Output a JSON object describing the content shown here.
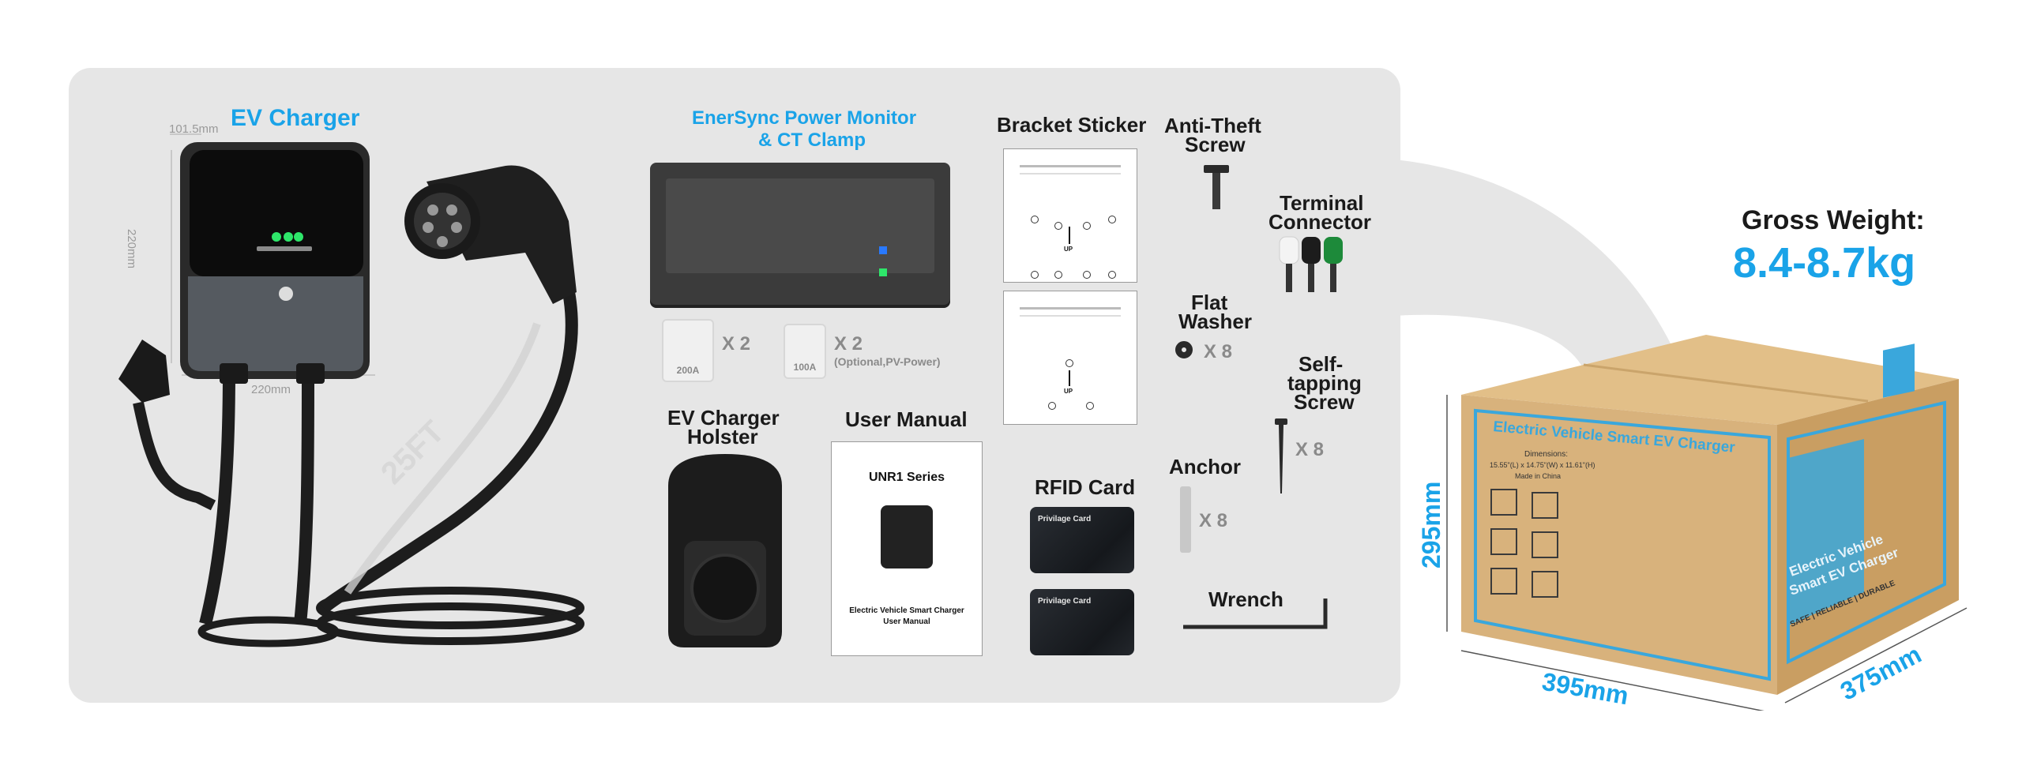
{
  "panel": {
    "ev_charger": {
      "title": "EV Charger",
      "dim_depth": "101.5mm",
      "dim_height": "220mm",
      "dim_width": "220mm",
      "cable_length": "25FT"
    },
    "power_monitor": {
      "title_line1": "EnerSync Power Monitor",
      "title_line2": "& CT Clamp"
    },
    "ct_clamp_200": {
      "rating": "200A",
      "qty": "X 2"
    },
    "ct_clamp_100": {
      "rating": "100A",
      "qty": "X 2",
      "note": "(Optional,PV-Power)"
    },
    "holster": {
      "title_line1": "EV Charger",
      "title_line2": "Holster"
    },
    "manual": {
      "title": "User Manual",
      "cover_series": "UNR1 Series",
      "cover_line1": "Electric Vehicle Smart Charger",
      "cover_line2": "User Manual"
    },
    "bracket_sticker": {
      "title": "Bracket Sticker",
      "up_label": "UP"
    },
    "rfid": {
      "title": "RFID Card",
      "card_label": "Privilage Card"
    },
    "anti_theft": {
      "title_line1": "Anti-Theft",
      "title_line2": "Screw"
    },
    "terminal": {
      "title_line1": "Terminal",
      "title_line2": "Connector"
    },
    "washer": {
      "title_line1": "Flat",
      "title_line2": "Washer",
      "qty": "X 8"
    },
    "self_tap": {
      "title_line1": "Self-",
      "title_line2": "tapping",
      "title_line3": "Screw",
      "qty": "X 8"
    },
    "anchor": {
      "title": "Anchor",
      "qty": "X 8"
    },
    "wrench": {
      "title": "Wrench"
    }
  },
  "box": {
    "gross_weight_label": "Gross Weight:",
    "gross_weight_value": "8.4-8.7kg",
    "height": "295mm",
    "length": "395mm",
    "width": "375mm",
    "print_title": "Electric Vehicle Smart EV Charger",
    "print_dims_label": "Dimensions:",
    "print_dims": "15.55\"(L) x 14.75\"(W) x 11.61\"(H)",
    "print_origin": "Made in China",
    "side_line1": "Electric Vehicle",
    "side_line2": "Smart EV Charger",
    "side_tagline": "SAFE | RELIABLE | DURABLE"
  },
  "colors": {
    "accent": "#1aa3e8",
    "panel": "#e6e6e6",
    "box": "#d8b27c",
    "box_dark": "#c99e62"
  }
}
